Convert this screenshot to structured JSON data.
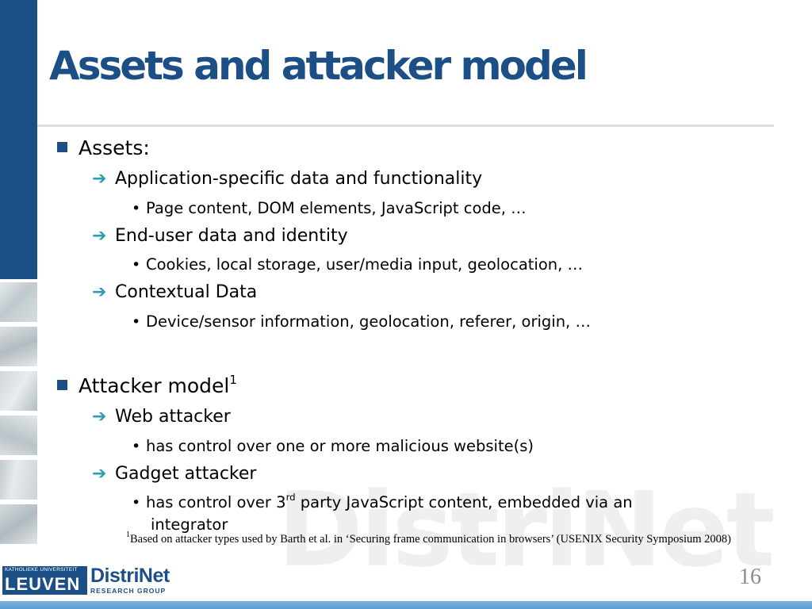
{
  "slide": {
    "title": "Assets and attacker model",
    "page_number": "16",
    "watermark": "DistriNet"
  },
  "bullets": {
    "assets": {
      "label": "Assets:",
      "items": [
        {
          "label": "Application-specific data and functionality",
          "detail": "Page content, DOM elements, JavaScript code, …"
        },
        {
          "label": "End-user data and identity",
          "detail": "Cookies, local storage, user/media input, geolocation, …"
        },
        {
          "label": "Contextual Data",
          "detail": "Device/sensor information, geolocation, referer, origin, …"
        }
      ]
    },
    "attacker": {
      "label": "Attacker model",
      "sup": "1",
      "items": [
        {
          "label": "Web attacker",
          "detail": "has control over one or more malicious website(s)"
        },
        {
          "label": "Gadget attacker",
          "detail_pre": "has control over 3",
          "detail_sup": "rd",
          "detail_post": " party JavaScript content, embedded via an",
          "detail_line2": "integrator"
        }
      ]
    }
  },
  "footnote": {
    "sup": "1",
    "text": "Based on attacker types used by Barth et al. in ‘Securing frame communication in browsers’ (USENIX Security Symposium 2008)"
  },
  "logos": {
    "kul_top": "KATHOLIEKE UNIVERSITEIT",
    "kul_main": "LEUVEN",
    "distrinet_main": "DistriNet",
    "distrinet_sub": "RESEARCH GROUP"
  },
  "colors": {
    "brand_blue": "#1d4f87",
    "arrow_teal": "#2e9bb0",
    "footer_bar": "#5a9ad6"
  },
  "icons": [
    "square-bullet-icon",
    "arrow-right-icon",
    "dot-bullet-icon"
  ]
}
